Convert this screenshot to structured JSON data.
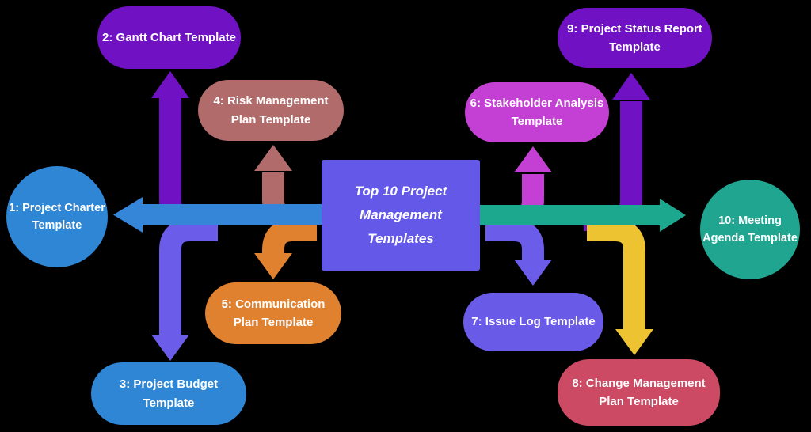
{
  "background_color": "#000000",
  "center_box": {
    "label": "Top 10 Project Management Templates",
    "color": "#6458e8",
    "text_color": "#ffffff"
  },
  "nodes": [
    {
      "id": "1",
      "label": "1: Project Charter Template",
      "shape": "circle",
      "color": "#2e86d4"
    },
    {
      "id": "2",
      "label": "2: Gantt Chart Template",
      "shape": "pill",
      "color": "#7012c4"
    },
    {
      "id": "3",
      "label": "3: Project Budget Template",
      "shape": "pill",
      "color": "#2e86d4"
    },
    {
      "id": "4",
      "label": "4: Risk Management Plan Template",
      "shape": "pill",
      "color": "#b26b6b"
    },
    {
      "id": "5",
      "label": "5: Communication Plan Template",
      "shape": "pill",
      "color": "#e0812f"
    },
    {
      "id": "6",
      "label": "6: Stakeholder Analysis Template",
      "shape": "pill",
      "color": "#c43fd3"
    },
    {
      "id": "7",
      "label": "7: Issue Log Template",
      "shape": "pill",
      "color": "#6a5ae8"
    },
    {
      "id": "8",
      "label": "8: Change Management Plan Template",
      "shape": "pill",
      "color": "#cc4a63"
    },
    {
      "id": "9",
      "label": "9: Project Status Report Template",
      "shape": "pill",
      "color": "#7012c4"
    },
    {
      "id": "10",
      "label": "10: Meeting Agenda Template",
      "shape": "circle",
      "color": "#20a590"
    }
  ],
  "arrows": [
    {
      "name": "to-node-1",
      "direction": "left",
      "color": "#3585d9"
    },
    {
      "name": "to-node-2",
      "direction": "up",
      "color": "#7012c4"
    },
    {
      "name": "to-node-3",
      "direction": "down",
      "color": "#6c5cea"
    },
    {
      "name": "to-node-4",
      "direction": "up",
      "color": "#b26b6b"
    },
    {
      "name": "to-node-5",
      "direction": "down",
      "color": "#e0812f"
    },
    {
      "name": "to-node-6",
      "direction": "up",
      "color": "#c43fd3"
    },
    {
      "name": "to-node-7",
      "direction": "down",
      "color": "#6c5cea"
    },
    {
      "name": "to-node-8",
      "direction": "down",
      "color": "#eec331"
    },
    {
      "name": "to-node-9",
      "direction": "up",
      "color": "#7012c4"
    },
    {
      "name": "to-node-10",
      "direction": "right",
      "color": "#1ca78f"
    }
  ]
}
